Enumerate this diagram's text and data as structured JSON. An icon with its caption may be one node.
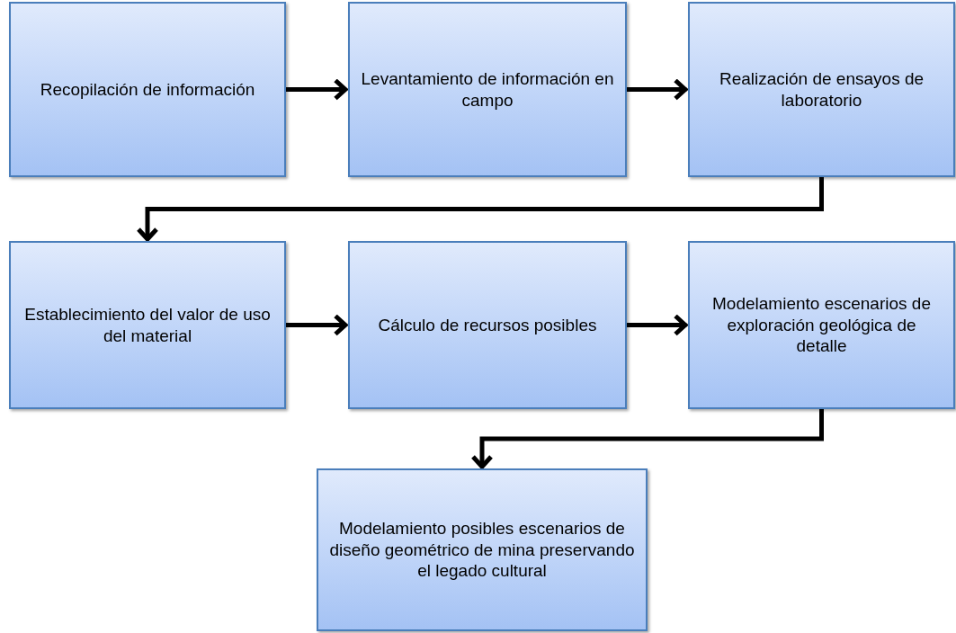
{
  "diagram": {
    "nodes": [
      {
        "text": [
          "Recopilación de información"
        ]
      },
      {
        "text": [
          "Levantamiento de información en campo"
        ]
      },
      {
        "text": [
          "Realización de ensayos de laboratorio"
        ]
      },
      {
        "text": [
          "Establecimiento del valor de uso del material"
        ]
      },
      {
        "text": [
          "Cálculo de recursos posibles"
        ]
      },
      {
        "text": [
          "Modelamiento escenarios de exploración geológica de detalle"
        ]
      },
      {
        "text": [
          "Modelamiento posibles escenarios de diseño geométrico de mina preservando el legado cultural"
        ]
      }
    ],
    "edges": [
      {
        "from": 0,
        "to": 1,
        "arrow": "to"
      },
      {
        "from": 1,
        "to": 2,
        "arrow": "to"
      },
      {
        "from": 2,
        "to": 3,
        "arrow": "to"
      },
      {
        "from": 3,
        "to": 4,
        "arrow": "to"
      },
      {
        "from": 4,
        "to": 5,
        "arrow": "to"
      },
      {
        "from": 5,
        "to": 6,
        "arrow": "to"
      }
    ]
  }
}
